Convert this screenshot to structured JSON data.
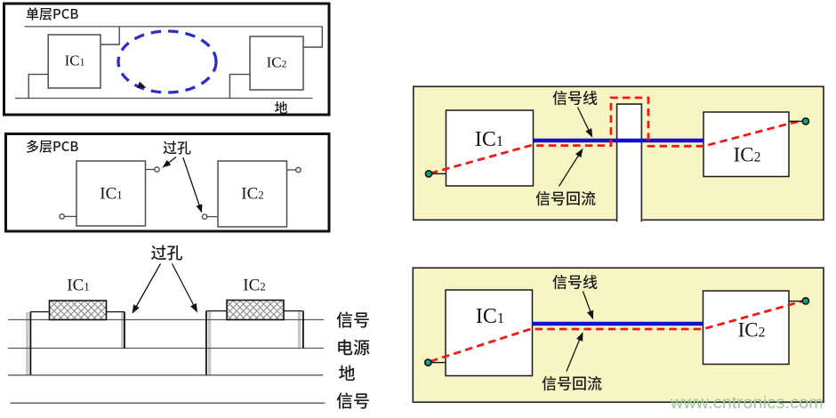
{
  "colors": {
    "pcb_yellow": "#f8f5c5",
    "signal_blue": "#1412cf",
    "return_red": "#ee1b15",
    "loop_blue": "#2d2dc8",
    "pad_green": "#00a885",
    "via_gray": "#c7c7c7",
    "watermark_green": "#9acb95"
  },
  "panel_single_layer": {
    "title": "单层PCB",
    "ground_label": "地",
    "ic1": {
      "text": "IC",
      "sub": "1"
    },
    "ic2": {
      "text": "IC",
      "sub": "2"
    }
  },
  "panel_multi_layer": {
    "title": "多层PCB",
    "via_label": "过孔",
    "ic1": {
      "text": "IC",
      "sub": "1"
    },
    "ic2": {
      "text": "IC",
      "sub": "2"
    }
  },
  "cross_section": {
    "via_label": "过孔",
    "ic1": {
      "text": "IC",
      "sub": "1"
    },
    "ic2": {
      "text": "IC",
      "sub": "2"
    },
    "layers": [
      "信号",
      "电源",
      "地",
      "信号"
    ]
  },
  "panel_slotted_plane": {
    "signal_line_label": "信号线",
    "return_path_label": "信号回流",
    "ic1": {
      "text": "IC",
      "sub": "1"
    },
    "ic2": {
      "text": "IC",
      "sub": "2"
    }
  },
  "panel_solid_plane": {
    "signal_line_label": "信号线",
    "return_path_label": "信号回流",
    "ic1": {
      "text": "IC",
      "sub": "1"
    },
    "ic2": {
      "text": "IC",
      "sub": "2"
    }
  },
  "watermark": "www.cntronics.com"
}
